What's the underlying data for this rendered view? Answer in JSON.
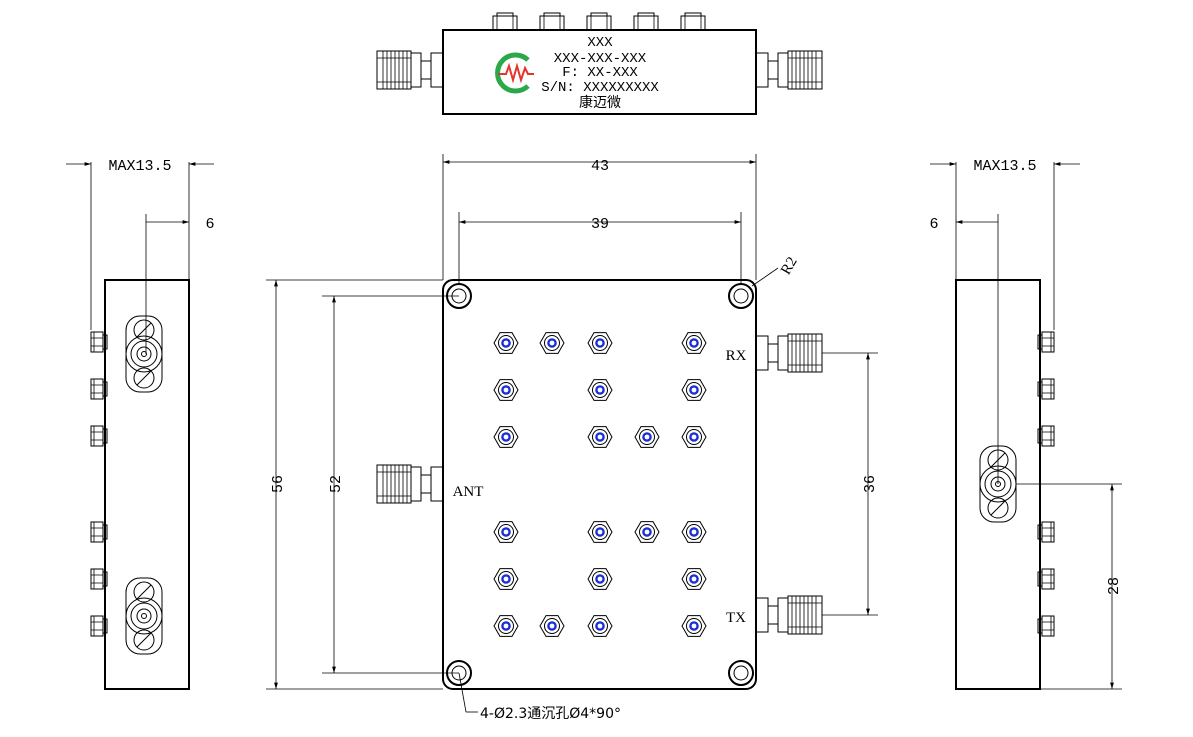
{
  "nameplate": {
    "line1": "XXX",
    "line2": "XXX-XXX-XXX",
    "line3": "F: XX-XXX",
    "line4": "S/N: XXXXXXXXX",
    "brand": "康迈微"
  },
  "ports": {
    "rx": "RX",
    "tx": "TX",
    "ant": "ANT"
  },
  "dimensions": {
    "side_left_max": "MAX13.5",
    "side_left_offset": "6",
    "width_outer": "43",
    "width_holes": "39",
    "corner_radius": "R2",
    "height_outer": "56",
    "height_holes": "52",
    "port_spacing": "36",
    "side_right_max": "MAX13.5",
    "side_right_offset": "6",
    "ant_height": "28",
    "hole_note": "4-Ø2.3通沉孔Ø4*90°"
  },
  "colors": {
    "line": "#000000",
    "tuner_core": "#1a2fd6",
    "logo_red": "#e8332a",
    "logo_green": "#2aa84a"
  }
}
